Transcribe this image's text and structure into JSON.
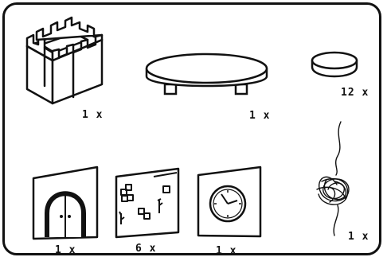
{
  "colors": {
    "ink": "#111111",
    "paper": "#ffffff",
    "shade": "#e6e6e6"
  },
  "items": [
    {
      "id": "tower",
      "icon": "castle-tower-icon",
      "quantity": "1 x"
    },
    {
      "id": "platform",
      "icon": "round-table-icon",
      "quantity": "1 x"
    },
    {
      "id": "disc",
      "icon": "round-disc-icon",
      "quantity": "12 x"
    },
    {
      "id": "door",
      "icon": "arched-door-panel-icon",
      "quantity": "1 x"
    },
    {
      "id": "wallpaper",
      "icon": "wallpaper-panel-icon",
      "quantity": "6 x"
    },
    {
      "id": "clock",
      "icon": "clock-panel-icon",
      "quantity": "1 x"
    },
    {
      "id": "yarn",
      "icon": "yarn-ball-icon",
      "quantity": "1 x"
    }
  ]
}
